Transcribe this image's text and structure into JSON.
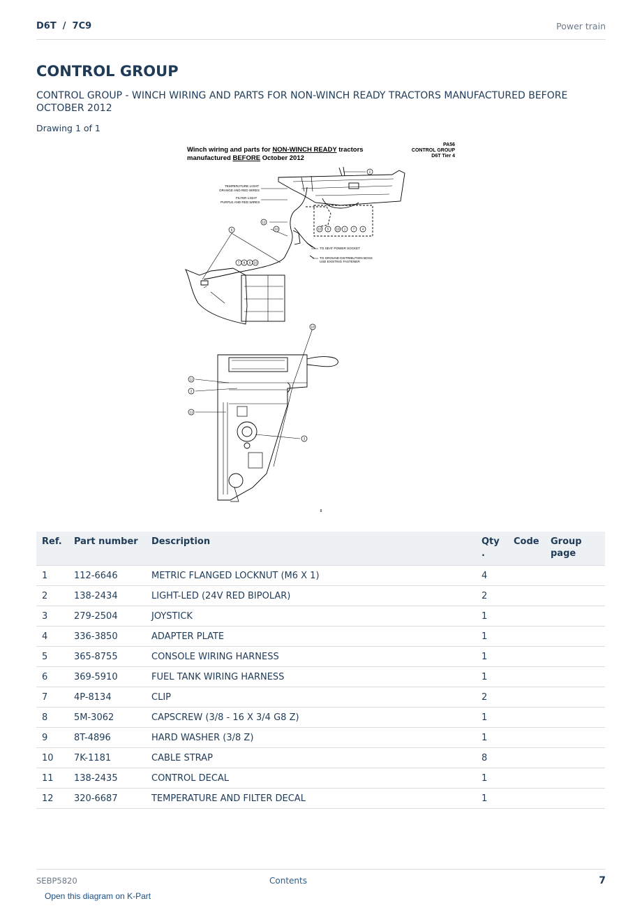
{
  "header": {
    "breadcrumb": "D6T  /  7C9",
    "section": "Power train"
  },
  "title": "CONTROL GROUP",
  "subtitle": "CONTROL GROUP - WINCH WIRING AND PARTS FOR NON-WINCH READY TRACTORS MANUFACTURED BEFORE OCTOBER 2012",
  "drawing_caption": "Drawing 1 of 1",
  "diagram": {
    "caption_line1_pre": "Winch wiring and parts for ",
    "caption_line1_emph": "NON-WINCH READY",
    "caption_line1_post": " tractors",
    "caption_line2_pre": "manufactured ",
    "caption_line2_emph": "BEFORE",
    "caption_line2_post": " October 2012",
    "code": "PA56",
    "group": "CONTROL GROUP",
    "model": "D6T Tier 4",
    "note_temp": "TEMPERATURE LIGHT",
    "note_temp_wires": "ORANGE AND RED WIRES",
    "note_filter": "FILTER LIGHT",
    "note_filter_wires": "PURPLE AND RED WIRES",
    "note_seat": "TO SEAT POWER SOCKET",
    "note_ground": "TO GROUND DISTRIBUTION BOSS",
    "note_fastener": "USE EXISTING FASTENER",
    "callouts": {
      "c2": "2",
      "c4": "4",
      "c5": "5",
      "c7": "7",
      "c9": "9",
      "c10": "10",
      "c11": "11",
      "c12": "12",
      "c1": "1",
      "c3": "3",
      "c6": "6",
      "c8": "8"
    }
  },
  "table": {
    "headers": {
      "ref": "Ref.",
      "part_number": "Part number",
      "description": "Description",
      "qty": "Qty\n.",
      "code": "Code",
      "group_page": "Group\npage"
    },
    "rows": [
      {
        "ref": "1",
        "part_number": "112-6646",
        "description": "METRIC FLANGED LOCKNUT (M6 X 1)",
        "qty": "4",
        "code": "",
        "group_page": ""
      },
      {
        "ref": "2",
        "part_number": "138-2434",
        "description": "LIGHT-LED (24V RED BIPOLAR)",
        "qty": "2",
        "code": "",
        "group_page": ""
      },
      {
        "ref": "3",
        "part_number": "279-2504",
        "description": "JOYSTICK",
        "qty": "1",
        "code": "",
        "group_page": ""
      },
      {
        "ref": "4",
        "part_number": "336-3850",
        "description": "ADAPTER PLATE",
        "qty": "1",
        "code": "",
        "group_page": ""
      },
      {
        "ref": "5",
        "part_number": "365-8755",
        "description": "CONSOLE WIRING HARNESS",
        "qty": "1",
        "code": "",
        "group_page": ""
      },
      {
        "ref": "6",
        "part_number": "369-5910",
        "description": "FUEL TANK WIRING HARNESS",
        "qty": "1",
        "code": "",
        "group_page": ""
      },
      {
        "ref": "7",
        "part_number": "4P-8134",
        "description": "CLIP",
        "qty": "2",
        "code": "",
        "group_page": ""
      },
      {
        "ref": "8",
        "part_number": "5M-3062",
        "description": "CAPSCREW (3/8 - 16 X 3/4 G8 Z)",
        "qty": "1",
        "code": "",
        "group_page": ""
      },
      {
        "ref": "9",
        "part_number": "8T-4896",
        "description": "HARD WASHER (3/8 Z)",
        "qty": "1",
        "code": "",
        "group_page": ""
      },
      {
        "ref": "10",
        "part_number": "7K-1181",
        "description": "CABLE STRAP",
        "qty": "8",
        "code": "",
        "group_page": ""
      },
      {
        "ref": "11",
        "part_number": "138-2435",
        "description": "CONTROL DECAL",
        "qty": "1",
        "code": "",
        "group_page": ""
      },
      {
        "ref": "12",
        "part_number": "320-6687",
        "description": "TEMPERATURE AND FILTER DECAL",
        "qty": "1",
        "code": "",
        "group_page": ""
      }
    ]
  },
  "footer": {
    "doc_id": "SEBP5820",
    "contents_link": "Contents",
    "page_number": "7"
  },
  "kpart_link": "Open this diagram on K-Part"
}
